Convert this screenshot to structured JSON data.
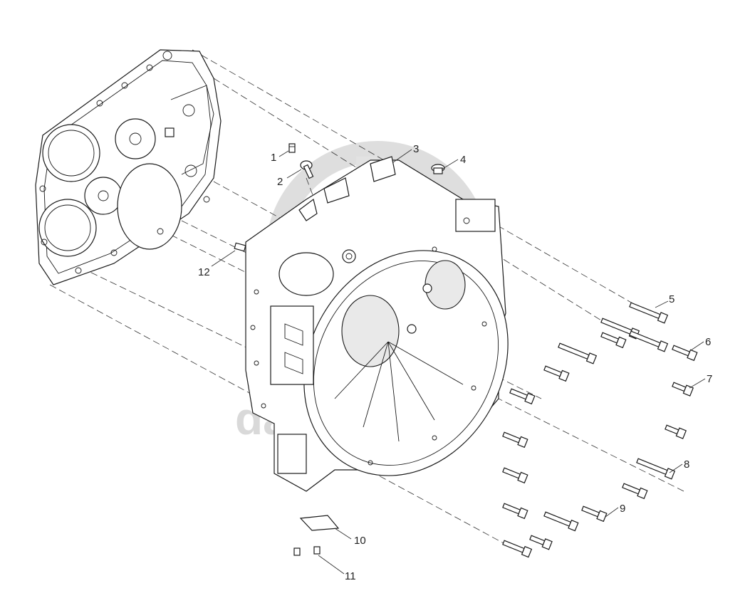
{
  "watermark": {
    "text": "data-parts"
  },
  "callouts": [
    {
      "id": "1",
      "label": "1"
    },
    {
      "id": "2",
      "label": "2"
    },
    {
      "id": "3",
      "label": "3"
    },
    {
      "id": "4",
      "label": "4"
    },
    {
      "id": "5",
      "label": "5"
    },
    {
      "id": "6",
      "label": "6"
    },
    {
      "id": "7",
      "label": "7"
    },
    {
      "id": "8",
      "label": "8"
    },
    {
      "id": "9",
      "label": "9"
    },
    {
      "id": "10",
      "label": "10"
    },
    {
      "id": "11",
      "label": "11"
    },
    {
      "id": "12",
      "label": "12"
    }
  ],
  "colors": {
    "line": "#1a1a1a",
    "watermark": "#d9d9d9",
    "background": "#ffffff"
  }
}
